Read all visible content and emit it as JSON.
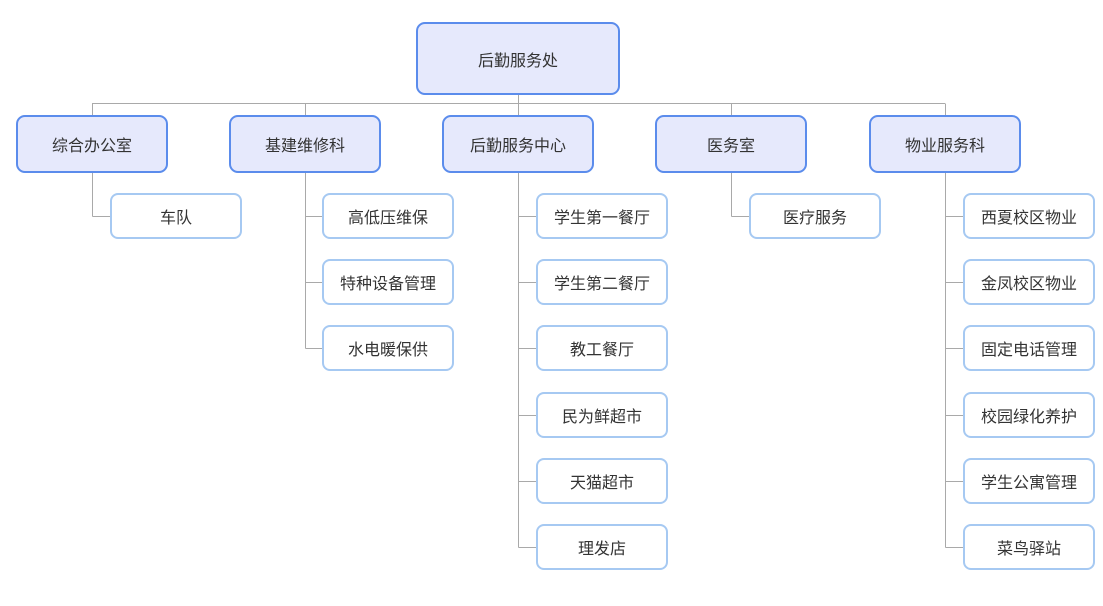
{
  "root": {
    "label": "后勤服务处"
  },
  "departments": [
    {
      "label": "综合办公室",
      "units": [
        "车队"
      ]
    },
    {
      "label": "基建维修科",
      "units": [
        "高低压维保",
        "特种设备管理",
        "水电暖保供"
      ]
    },
    {
      "label": "后勤服务中心",
      "units": [
        "学生第一餐厅",
        "学生第二餐厅",
        "教工餐厅",
        "民为鲜超市",
        "天猫超市",
        "理发店"
      ]
    },
    {
      "label": "医务室",
      "units": [
        "医疗服务"
      ]
    },
    {
      "label": "物业服务科",
      "units": [
        "西夏校区物业",
        "金凤校区物业",
        "固定电话管理",
        "校园绿化养护",
        "学生公寓管理",
        "菜鸟驿站"
      ]
    }
  ],
  "colors": {
    "primary_fill": "#e6e9fc",
    "primary_border": "#5b8cec",
    "unit_border": "#a6c9f2",
    "connector": "#a9a9a9",
    "text": "#333333"
  }
}
